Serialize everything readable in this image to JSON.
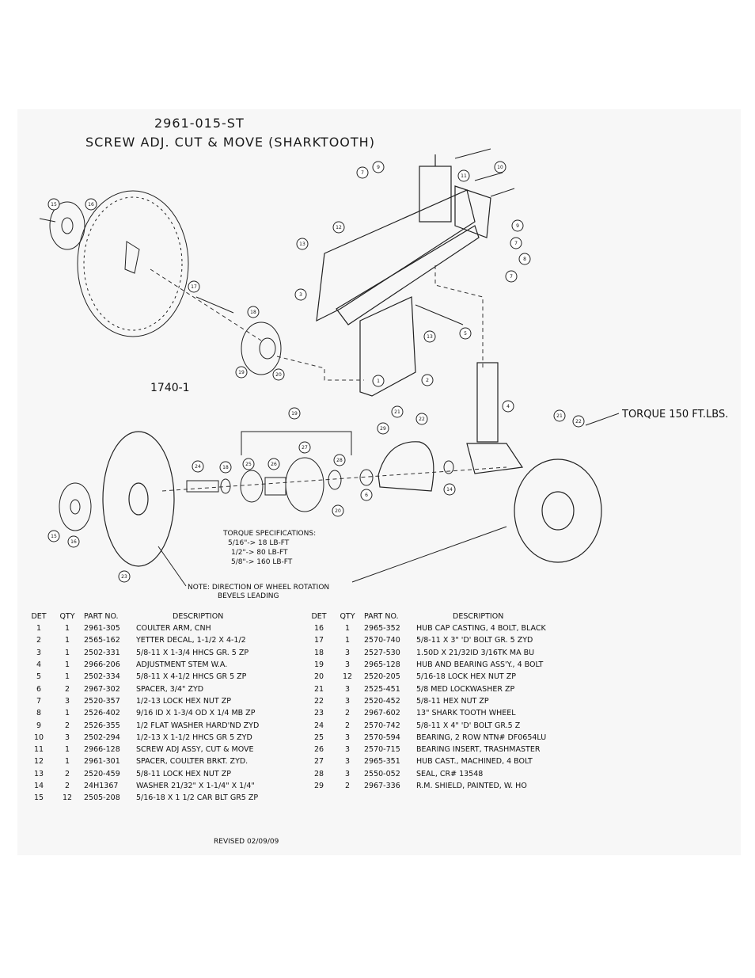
{
  "header": {
    "title_line1": "2961-015-ST",
    "title_line2": "SCREW ADJ. CUT & MOVE (SHARKTOOTH)"
  },
  "diagram": {
    "assembly_label": "1740-1",
    "torque_note": "TORQUE 150 FT.LBS.",
    "torque_specs": {
      "heading": "TORQUE SPECIFICATIONS:",
      "lines": [
        "5/16\"-> 18 LB-FT",
        "1/2\"-> 80 LB-FT",
        "5/8\"-> 160 LB-FT"
      ]
    },
    "rotation_note": {
      "line1": "NOTE: DIRECTION OF WHEEL ROTATION",
      "line2": "BEVELS LEADING"
    },
    "callouts": [
      "1",
      "2",
      "3",
      "4",
      "5",
      "6",
      "7",
      "8",
      "9",
      "10",
      "11",
      "12",
      "13",
      "14",
      "15",
      "16",
      "17",
      "18",
      "19",
      "20",
      "21",
      "22",
      "23",
      "24",
      "25",
      "26",
      "27",
      "28",
      "29"
    ]
  },
  "parts_table": {
    "headers": {
      "det": "DET",
      "qty": "QTY",
      "part": "PART NO.",
      "desc": "DESCRIPTION"
    },
    "left": [
      {
        "det": "1",
        "qty": "1",
        "part": "2961-305",
        "desc": "COULTER ARM, CNH"
      },
      {
        "det": "2",
        "qty": "1",
        "part": "2565-162",
        "desc": "YETTER DECAL, 1-1/2 X 4-1/2"
      },
      {
        "det": "3",
        "qty": "1",
        "part": "2502-331",
        "desc": "5/8-11 X 1-3/4 HHCS GR. 5 ZP"
      },
      {
        "det": "4",
        "qty": "1",
        "part": "2966-206",
        "desc": "ADJUSTMENT STEM W.A."
      },
      {
        "det": "5",
        "qty": "1",
        "part": "2502-334",
        "desc": "5/8-11 X 4-1/2 HHCS GR 5 ZP"
      },
      {
        "det": "6",
        "qty": "2",
        "part": "2967-302",
        "desc": "SPACER, 3/4\" ZYD"
      },
      {
        "det": "7",
        "qty": "3",
        "part": "2520-357",
        "desc": "1/2-13 LOCK HEX NUT ZP"
      },
      {
        "det": "8",
        "qty": "1",
        "part": "2526-402",
        "desc": "9/16 ID X 1-3/4 OD X 1/4 MB ZP"
      },
      {
        "det": "9",
        "qty": "2",
        "part": "2526-355",
        "desc": "1/2 FLAT WASHER HARD'ND ZYD"
      },
      {
        "det": "10",
        "qty": "3",
        "part": "2502-294",
        "desc": "1/2-13 X 1-1/2 HHCS GR 5 ZYD"
      },
      {
        "det": "11",
        "qty": "1",
        "part": "2966-128",
        "desc": "SCREW ADJ ASSY, CUT & MOVE"
      },
      {
        "det": "12",
        "qty": "1",
        "part": "2961-301",
        "desc": "SPACER, COULTER BRKT. ZYD."
      },
      {
        "det": "13",
        "qty": "2",
        "part": "2520-459",
        "desc": "5/8-11 LOCK HEX NUT ZP"
      },
      {
        "det": "14",
        "qty": "2",
        "part": "24H1367",
        "desc": "WASHER 21/32\" X 1-1/4\" X 1/4\""
      },
      {
        "det": "15",
        "qty": "12",
        "part": "2505-208",
        "desc": "5/16-18 X 1 1/2 CAR BLT GR5 ZP"
      }
    ],
    "right": [
      {
        "det": "16",
        "qty": "1",
        "part": "2965-352",
        "desc": "HUB CAP CASTING, 4 BOLT, BLACK"
      },
      {
        "det": "17",
        "qty": "1",
        "part": "2570-740",
        "desc": "5/8-11 X 3\" 'D' BOLT GR. 5 ZYD"
      },
      {
        "det": "18",
        "qty": "3",
        "part": "2527-530",
        "desc": "1.50D X 21/32ID 3/16TK MA BU"
      },
      {
        "det": "19",
        "qty": "3",
        "part": "2965-128",
        "desc": "HUB AND BEARING ASS'Y., 4 BOLT"
      },
      {
        "det": "20",
        "qty": "12",
        "part": "2520-205",
        "desc": "5/16-18 LOCK HEX NUT ZP"
      },
      {
        "det": "21",
        "qty": "3",
        "part": "2525-451",
        "desc": "5/8 MED LOCKWASHER ZP"
      },
      {
        "det": "22",
        "qty": "3",
        "part": "2520-452",
        "desc": "5/8-11 HEX NUT ZP"
      },
      {
        "det": "23",
        "qty": "2",
        "part": "2967-602",
        "desc": "13\" SHARK TOOTH WHEEL"
      },
      {
        "det": "24",
        "qty": "2",
        "part": "2570-742",
        "desc": "5/8-11 X 4\" 'D' BOLT GR.5 Z"
      },
      {
        "det": "25",
        "qty": "3",
        "part": "2570-594",
        "desc": "BEARING, 2 ROW NTN# DF0654LU"
      },
      {
        "det": "26",
        "qty": "3",
        "part": "2570-715",
        "desc": "BEARING INSERT, TRASHMASTER"
      },
      {
        "det": "27",
        "qty": "3",
        "part": "2965-351",
        "desc": "HUB CAST., MACHINED, 4 BOLT"
      },
      {
        "det": "28",
        "qty": "3",
        "part": "2550-052",
        "desc": "SEAL, CR# 13548"
      },
      {
        "det": "29",
        "qty": "2",
        "part": "2967-336",
        "desc": "R.M. SHIELD, PAINTED, W. HO"
      }
    ]
  },
  "footer": {
    "revised": "REVISED 02/09/09"
  }
}
